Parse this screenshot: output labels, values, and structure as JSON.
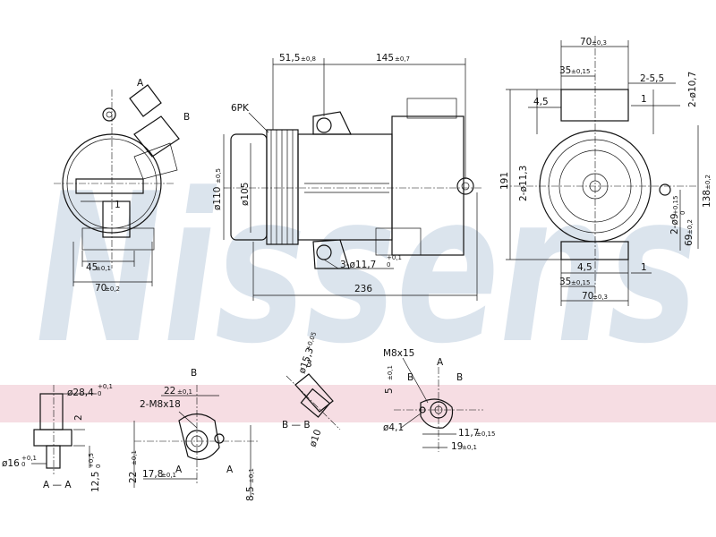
{
  "watermark": "Nissens",
  "colors": {
    "watermark": "#cfdbe8",
    "band": "#f6dde3",
    "ink": "#111111"
  },
  "labels": {
    "top_51_5": "51,5",
    "top_51_5_tol": "±0,8",
    "top_145": "145",
    "top_145_tol": "±0,7",
    "belt": "6PK",
    "dia110": "ø110",
    "dia110_tol": "±0,5",
    "dia105": "ø105",
    "holes": "3-ø11,7",
    "holes_tol": "+0,1",
    "holes_tol2": "0",
    "len236": "236",
    "r70": "70",
    "r70_tol": "±0,3",
    "r35": "35",
    "r35_tol": "±0,15",
    "r2_55": "2-5,5",
    "r4_5": "4,5",
    "r1": "1",
    "r2_10_7": "2-ø10,7",
    "r191": "191",
    "r2_11_3": "2-ø11,3",
    "r138": "138",
    "r138_tol": "±0,2",
    "r2_9": "2-ø9",
    "r2_9_tol": "+0,15",
    "r2_9_tol2": "0",
    "r69": "69",
    "r69_tol": "±0,2",
    "r4_5b": "4,5",
    "r1b": "1",
    "r35b": "35",
    "r35b_tol": "±0,15",
    "r70b": "70",
    "r70b_tol": "±0,3",
    "l_A": "A",
    "l_B": "B",
    "l_1": "1",
    "l_45": "45",
    "l_45_tol": "±0,1",
    "l_70": "70",
    "l_70_tol": "±0,2",
    "b_B": "B",
    "b_28_4": "ø28,4",
    "b_28_4_tol": "+0,1",
    "b_28_4_tol2": "0",
    "b_2": "2",
    "b_16": "ø16",
    "b_16_tol": "+0,1",
    "b_16_tol2": "0",
    "b_12_5": "12,5",
    "b_12_5_tol": "+0,5",
    "b_12_5_tol2": "0",
    "b_AA": "A — A",
    "b_22": "22",
    "b_22_tol": "±0,1",
    "b_m8x18": "2-M8x18",
    "b_22v": "22",
    "b_22v_tol": "±0,1",
    "b_17_8": "17,8",
    "b_17_8_tol": "±0,1",
    "b_A1": "A",
    "b_A2": "A",
    "b_8_5": "8,5",
    "b_8_5_tol": "±0,1",
    "b_15_3": "ø15,3",
    "b_15_3_tol": "+0,05",
    "b_3": "3",
    "b_10": "ø10",
    "b_BB": "B — B",
    "b_m8x15": "M8x15",
    "b_A3": "A",
    "b_5": "5",
    "b_5_tol": "±0,1",
    "b_B1": "B",
    "b_B2": "B",
    "b_4_1": "ø4,1",
    "b_11_7": "11,7",
    "b_11_7_tol": "±0,15",
    "b_19": "19",
    "b_19_tol": "±0,1"
  }
}
